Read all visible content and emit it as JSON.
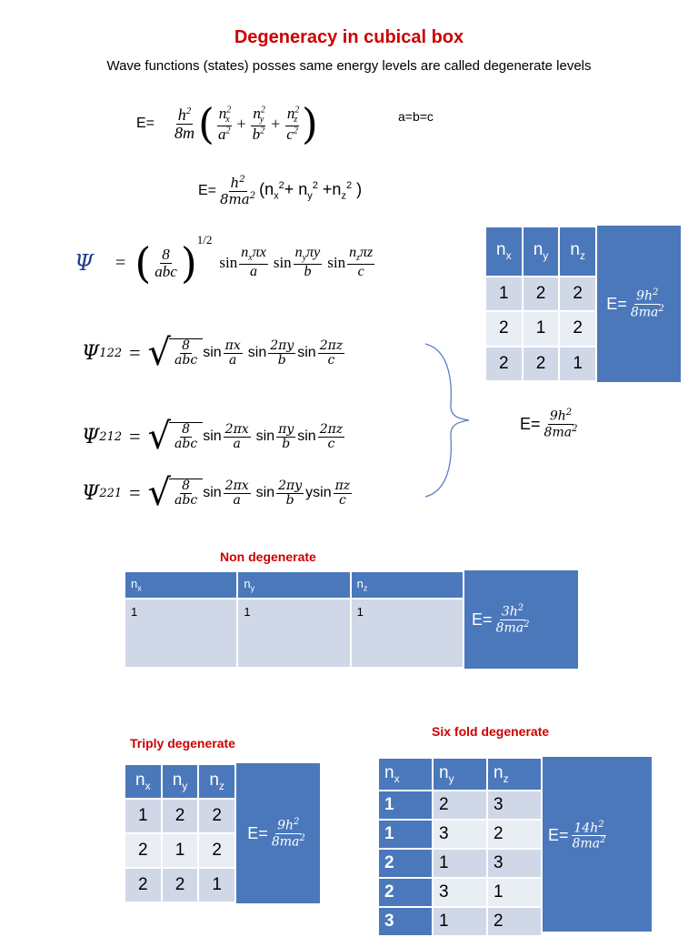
{
  "title": "Degeneracy in cubical box",
  "subtitle": "Wave functions (states) posses same energy levels are called degenerate levels",
  "energy_formula": {
    "lhs": "E=",
    "condition": "a=b=c",
    "h2": "h",
    "8m": "8m"
  },
  "energy_simplified": {
    "lhs": "E=",
    "num": "h",
    "den": "8ma",
    "rest": "(n",
    "rest2": "+ n",
    "rest3": " +n",
    "close": " )"
  },
  "psi_general": {
    "label": "Ψ",
    "eq": "=",
    "eight": "8",
    "abc": "abc",
    "half": "1/2",
    "sin": "sin"
  },
  "psi_122": {
    "label": "Ψ",
    "sub": "122"
  },
  "psi_212": {
    "label": "Ψ",
    "sub": "212"
  },
  "psi_221": {
    "label": "Ψ",
    "sub": "221"
  },
  "brace_energy": {
    "lhs": "E=",
    "num": "9h",
    "den": "8ma"
  },
  "top_table": {
    "headers": [
      "n",
      "n",
      "n"
    ],
    "header_subs": [
      "x",
      "y",
      "z"
    ],
    "rows": [
      [
        "1",
        "2",
        "2"
      ],
      [
        "2",
        "1",
        "2"
      ],
      [
        "2",
        "2",
        "1"
      ]
    ],
    "energy": {
      "lhs": "E=",
      "num": "9h",
      "den": "8ma"
    }
  },
  "non_degenerate": {
    "label": "Non degenerate",
    "headers": [
      "n",
      "n",
      "n"
    ],
    "header_subs": [
      "x",
      "y",
      "z"
    ],
    "rows": [
      [
        "1",
        "1",
        "1"
      ]
    ],
    "energy": {
      "lhs": "E=",
      "num": "3h",
      "den": "8ma"
    }
  },
  "triply_degenerate": {
    "label": "Triply degenerate",
    "headers": [
      "n",
      "n",
      "n"
    ],
    "header_subs": [
      "x",
      "y",
      "z"
    ],
    "rows": [
      [
        "1",
        "2",
        "2"
      ],
      [
        "2",
        "1",
        "2"
      ],
      [
        "2",
        "2",
        "1"
      ]
    ],
    "energy": {
      "lhs": "E=",
      "num": "9h",
      "den": "8ma"
    }
  },
  "six_fold": {
    "label": "Six fold degenerate",
    "headers": [
      "n",
      "n",
      "n"
    ],
    "header_subs": [
      "x",
      "y",
      "z"
    ],
    "rows": [
      [
        "1",
        "2",
        "3"
      ],
      [
        "1",
        "3",
        "2"
      ],
      [
        "2",
        "1",
        "3"
      ],
      [
        "2",
        "3",
        "1"
      ],
      [
        "3",
        "1",
        "2"
      ]
    ],
    "energy": {
      "lhs": "E=",
      "num": "14h",
      "den": "8ma"
    }
  }
}
